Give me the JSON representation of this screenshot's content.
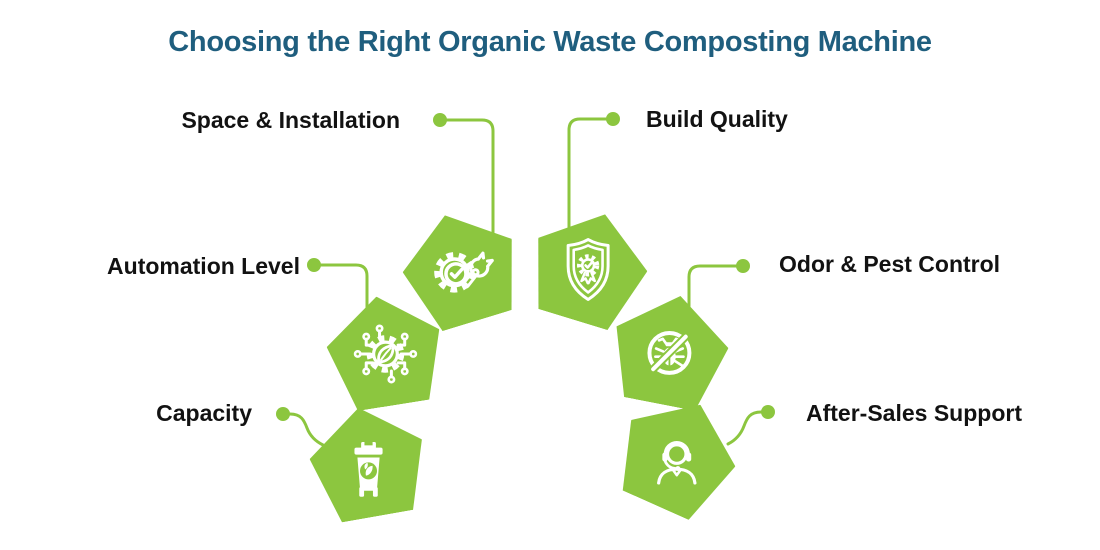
{
  "title": "Choosing the Right Organic Waste Composting Machine",
  "colors": {
    "accent_green": "#8CC63F",
    "title_blue": "#1F5E7E",
    "label_text": "#121212",
    "background": "#FFFFFF",
    "icon_stroke": "#FFFFFF"
  },
  "items": [
    {
      "label": "Space & Installation",
      "icon": "gear-check-wrench-icon",
      "position": "top-left"
    },
    {
      "label": "Build Quality",
      "icon": "shield-medal-icon",
      "position": "top-right"
    },
    {
      "label": "Automation Level",
      "icon": "automation-circuit-leaf-icon",
      "position": "middle-left"
    },
    {
      "label": "Odor & Pest Control",
      "icon": "no-bug-icon",
      "position": "middle-right"
    },
    {
      "label": "Capacity",
      "icon": "compost-bin-icon",
      "position": "bottom-left"
    },
    {
      "label": "After-Sales Support",
      "icon": "headset-agent-icon",
      "position": "bottom-right"
    }
  ]
}
